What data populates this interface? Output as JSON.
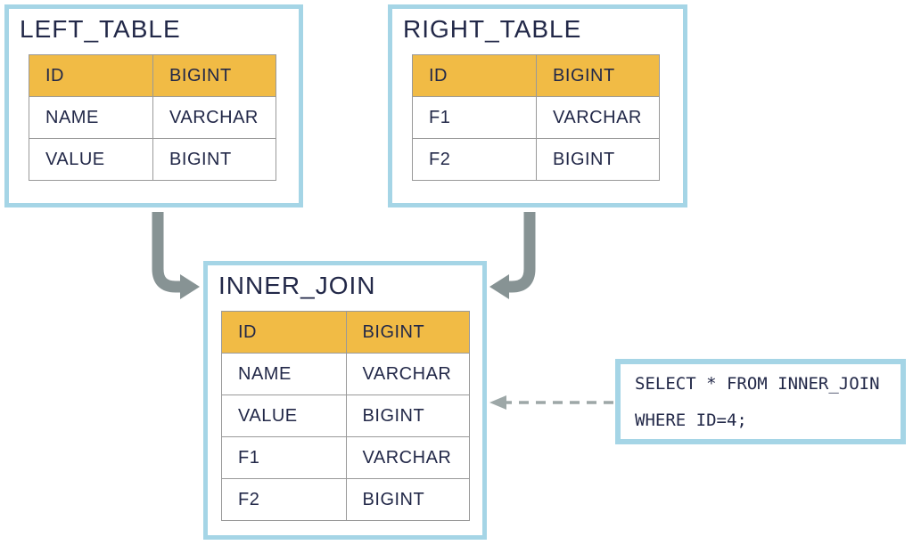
{
  "tables": [
    {
      "title": "LEFT_TABLE",
      "rows": [
        [
          "ID",
          "BIGINT"
        ],
        [
          "NAME",
          "VARCHAR"
        ],
        [
          "VALUE",
          "BIGINT"
        ]
      ]
    },
    {
      "title": "RIGHT_TABLE",
      "rows": [
        [
          "ID",
          "BIGINT"
        ],
        [
          "F1",
          "VARCHAR"
        ],
        [
          "F2",
          "BIGINT"
        ]
      ]
    },
    {
      "title": "INNER_JOIN",
      "rows": [
        [
          "ID",
          "BIGINT"
        ],
        [
          "NAME",
          "VARCHAR"
        ],
        [
          "VALUE",
          "BIGINT"
        ],
        [
          "F1",
          "VARCHAR"
        ],
        [
          "F2",
          "BIGINT"
        ]
      ]
    }
  ],
  "sql": {
    "lines": [
      "SELECT * FROM INNER_JOIN",
      "WHERE ID=4;"
    ]
  },
  "arrows": [
    {
      "from": "LEFT_TABLE",
      "to": "INNER_JOIN",
      "style": "solid"
    },
    {
      "from": "RIGHT_TABLE",
      "to": "INNER_JOIN",
      "style": "solid"
    },
    {
      "from": "SQL_QUERY",
      "to": "INNER_JOIN",
      "style": "dashed"
    }
  ],
  "colors": {
    "border_blue": "#a5d5e6",
    "header_yellow": "#f1bb45",
    "text_navy": "#222848",
    "cell_border": "#999999",
    "arrow_gray": "#879394",
    "dash_gray": "#9da7a7"
  }
}
